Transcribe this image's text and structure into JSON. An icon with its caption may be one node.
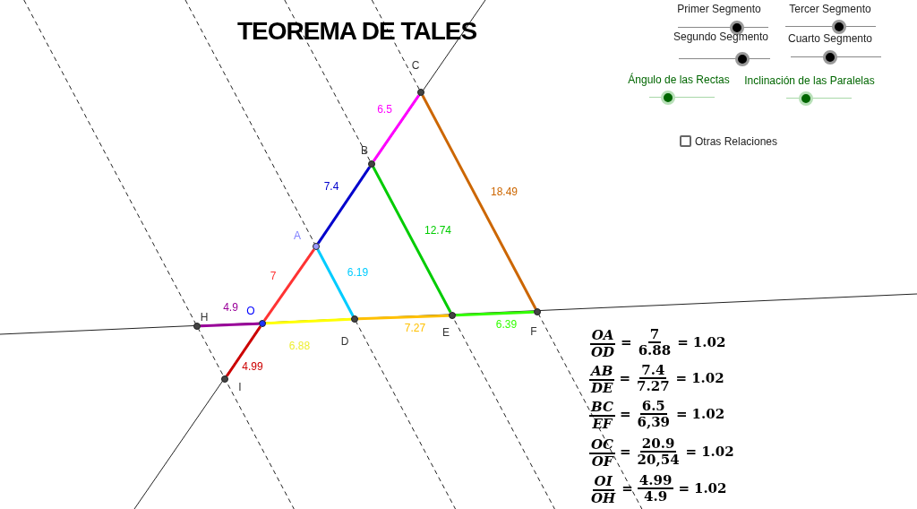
{
  "diagram": {
    "title": "TEOREMA DE TALES",
    "nodes": [
      {
        "text": [],
        "shape": "circle",
        "beside": [
          "O"
        ]
      },
      {
        "text": [],
        "shape": "circle",
        "beside": [
          "A"
        ]
      },
      {
        "text": [],
        "shape": "circle",
        "beside": [
          "B"
        ]
      },
      {
        "text": [],
        "shape": "circle",
        "beside": [
          "C"
        ]
      },
      {
        "text": [],
        "shape": "circle",
        "beside": [
          "D"
        ]
      },
      {
        "text": [],
        "shape": "circle",
        "beside": [
          "E"
        ]
      },
      {
        "text": [],
        "shape": "circle",
        "beside": [
          "F"
        ]
      },
      {
        "text": [],
        "shape": "circle",
        "beside": [
          "H"
        ]
      },
      {
        "text": [],
        "shape": "circle",
        "beside": [
          "I"
        ]
      }
    ],
    "edges": [
      {
        "from": 0,
        "to": 1,
        "arrow": "none",
        "label": "7",
        "color": "#ff3333"
      },
      {
        "from": 1,
        "to": 2,
        "arrow": "none",
        "label": "7.4",
        "color": "#0000cc"
      },
      {
        "from": 2,
        "to": 3,
        "arrow": "none",
        "label": "6.5",
        "color": "#ff00ff"
      },
      {
        "from": 0,
        "to": 4,
        "arrow": "none",
        "label": "6.88",
        "color": "#ffff00"
      },
      {
        "from": 4,
        "to": 5,
        "arrow": "none",
        "label": "7.27",
        "color": "#ffc000"
      },
      {
        "from": 5,
        "to": 6,
        "arrow": "none",
        "label": "6.39",
        "color": "#33ff00"
      },
      {
        "from": 1,
        "to": 4,
        "arrow": "none",
        "label": "6.19",
        "color": "#00ccff"
      },
      {
        "from": 2,
        "to": 5,
        "arrow": "none",
        "label": "12.74",
        "color": "#00cc00"
      },
      {
        "from": 3,
        "to": 6,
        "arrow": "none",
        "label": "18.49",
        "color": "#cc6600"
      },
      {
        "from": 0,
        "to": 7,
        "arrow": "none",
        "label": "4.9",
        "color": "#990099"
      },
      {
        "from": 0,
        "to": 8,
        "arrow": "none",
        "label": "4.99",
        "color": "#cc0000"
      }
    ],
    "labels": [
      "Primer Segmento",
      "Tercer Segmento",
      "Segundo Segmento",
      "Cuarto Segmento",
      "Ángulo de las Rectas",
      "Inclinación de las Paralelas",
      "Otras Relaciones",
      "OA",
      "OD",
      "=",
      "7",
      "6.88",
      "=",
      "1.02",
      "AB",
      "DE",
      "=",
      "7.4",
      "7.27",
      "=",
      "1.02",
      "BC",
      "EF",
      "=",
      "6.5",
      "6,39",
      "=",
      "1.02",
      "OC",
      "OF",
      "=",
      "20.9",
      "20,54",
      "=",
      "1.02",
      "OI",
      "OH",
      "=",
      "4.99",
      "4.9",
      "=",
      "1.02"
    ]
  }
}
